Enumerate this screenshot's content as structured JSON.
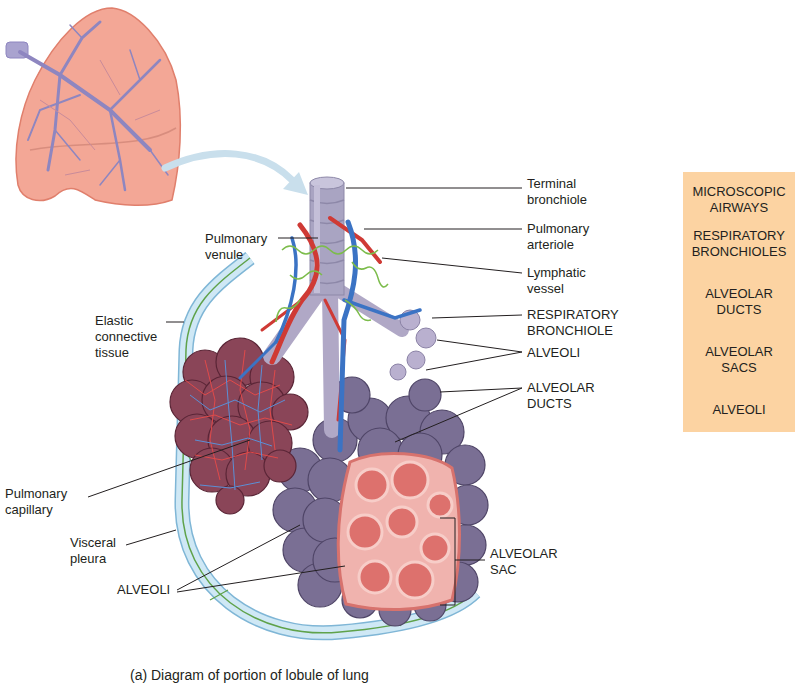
{
  "diagram": {
    "caption": "(a) Diagram of portion of lobule of lung",
    "nodes": [
      {
        "text": [
          "MICROSCOPIC AIRWAYS"
        ]
      },
      {
        "text": [
          "RESPIRATORY BRONCHIOLES"
        ],
        "in": 0
      },
      {
        "text": [
          "ALVEOLAR DUCTS"
        ],
        "in": 0
      },
      {
        "text": [
          "ALVEOLAR SACS"
        ],
        "in": 0
      },
      {
        "text": [
          "ALVEOLI"
        ],
        "in": 0
      }
    ],
    "edges": [
      {
        "from": 1,
        "to": 2,
        "arrow": "to"
      },
      {
        "from": 2,
        "to": 3,
        "arrow": "to"
      },
      {
        "from": 3,
        "to": 4,
        "arrow": "to"
      }
    ],
    "labels": [
      "Terminal bronchiole",
      "Pulmonary arteriole",
      "Pulmonary venule",
      "Lymphatic vessel",
      "Elastic connective tissue",
      "RESPIRATORY BRONCHIOLE",
      "ALVEOLI",
      "ALVEOLAR DUCTS",
      "Pulmonary capillary",
      "Visceral pleura",
      "ALVEOLAR SAC",
      "ALVEOLI"
    ]
  }
}
